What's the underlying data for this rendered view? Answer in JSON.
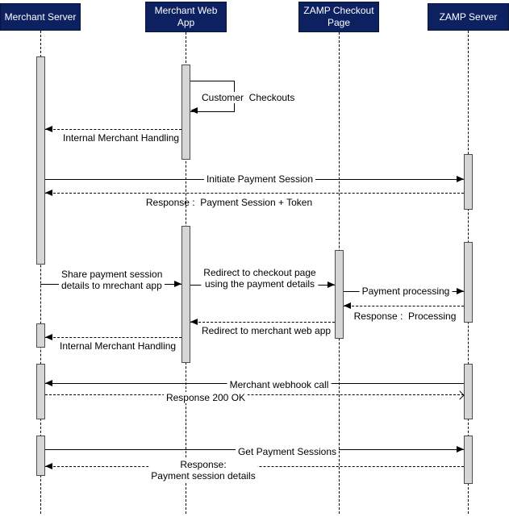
{
  "diagram_type": "uml-sequence",
  "actors": {
    "merchant_server": "Merchant Server",
    "merchant_web_app": "Merchant Web\nApp",
    "zamp_checkout_page": "ZAMP Checkout\nPage",
    "zamp_server": "ZAMP Server"
  },
  "messages": {
    "customer_checkouts": "Customer  Checkouts",
    "internal_merchant_handling_1": "Internal Merchant Handling",
    "initiate_payment_session": "Initiate Payment Session",
    "response_payment_session_token": "Response :  Payment Session + Token",
    "share_payment_session": "Share payment session\ndetails to mrechant app",
    "redirect_to_checkout_page": "Redirect to checkout page\nusing the payment details",
    "payment_processing": "Payment processing",
    "response_processing": "Response :  Processing",
    "redirect_to_merchant_web_app": "Redirect to merchant web app",
    "internal_merchant_handling_2": "Internal Merchant Handling",
    "merchant_webhook_call": "Merchant webhook call",
    "response_200_ok": "Response 200 OK",
    "get_payment_sessions": "Get Payment Sessions",
    "response_payment_session_details": "Response:\nPayment session details"
  },
  "colors": {
    "background": "#ffffff",
    "actor_fill": "#0d2160",
    "actor_border": "#081538",
    "actor_text": "#ffffff",
    "activation_fill": "#d6d6d6",
    "activation_border": "#4d4d4d",
    "line": "#000000"
  }
}
